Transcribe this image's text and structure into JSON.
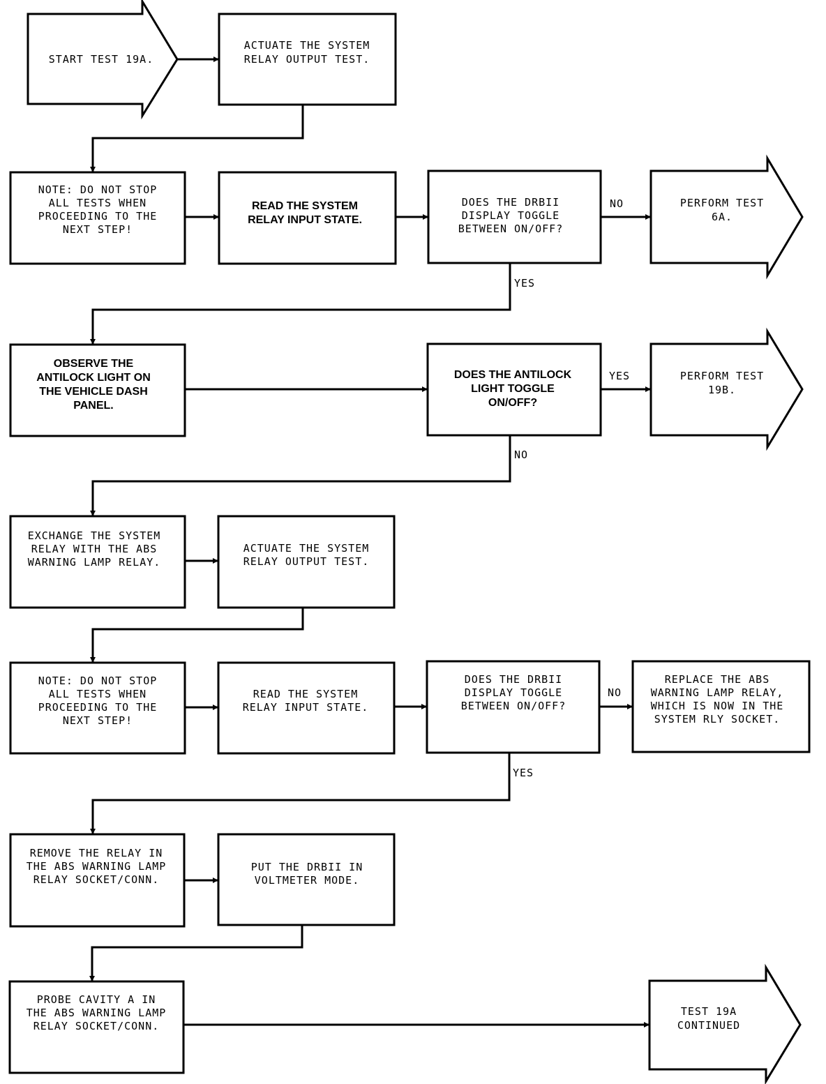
{
  "flowchart": {
    "start": [
      "START TEST 19A."
    ],
    "actuate_1": [
      "ACTUATE THE SYSTEM",
      "RELAY OUTPUT TEST."
    ],
    "note_1": [
      "NOTE:  DO NOT STOP",
      "ALL TESTS WHEN",
      "PROCEEDING TO THE",
      "NEXT STEP!"
    ],
    "read_1": [
      "READ THE SYSTEM",
      "RELAY INPUT STATE."
    ],
    "decision_1": [
      "DOES THE DRBII",
      "DISPLAY TOGGLE",
      "BETWEEN ON/OFF?"
    ],
    "perform_6a": [
      "PERFORM TEST",
      "6A."
    ],
    "observe": [
      "OBSERVE THE",
      "ANTILOCK LIGHT ON",
      "THE VEHICLE DASH",
      "PANEL."
    ],
    "decision_2": [
      "DOES THE ANTILOCK",
      "LIGHT TOGGLE",
      "ON/OFF?"
    ],
    "perform_19b": [
      "PERFORM TEST",
      "19B."
    ],
    "exchange": [
      "EXCHANGE THE SYSTEM",
      "RELAY WITH THE ABS",
      "WARNING LAMP RELAY."
    ],
    "actuate_2": [
      "ACTUATE THE SYSTEM",
      "RELAY OUTPUT TEST."
    ],
    "note_2": [
      "NOTE:  DO NOT STOP",
      "ALL TESTS WHEN",
      "PROCEEDING TO THE",
      "NEXT STEP!"
    ],
    "read_2": [
      "READ THE SYSTEM",
      "RELAY INPUT STATE."
    ],
    "decision_3": [
      "DOES THE DRBII",
      "DISPLAY TOGGLE",
      "BETWEEN ON/OFF?"
    ],
    "replace": [
      "REPLACE THE ABS",
      "WARNING LAMP RELAY,",
      "WHICH IS NOW IN THE",
      "SYSTEM RLY SOCKET."
    ],
    "remove": [
      "REMOVE THE RELAY IN",
      "THE ABS WARNING LAMP",
      "RELAY SOCKET/CONN."
    ],
    "voltmeter": [
      "PUT THE DRBII IN",
      "VOLTMETER MODE."
    ],
    "probe": [
      "PROBE CAVITY A IN",
      "THE ABS WARNING LAMP",
      "RELAY SOCKET/CONN."
    ],
    "continued": [
      "TEST 19A",
      "CONTINUED"
    ],
    "labels": {
      "d1_no": "NO",
      "d1_yes": "YES",
      "d2_yes": "YES",
      "d2_no": "NO",
      "d3_no": "NO",
      "d3_yes": "YES"
    }
  }
}
